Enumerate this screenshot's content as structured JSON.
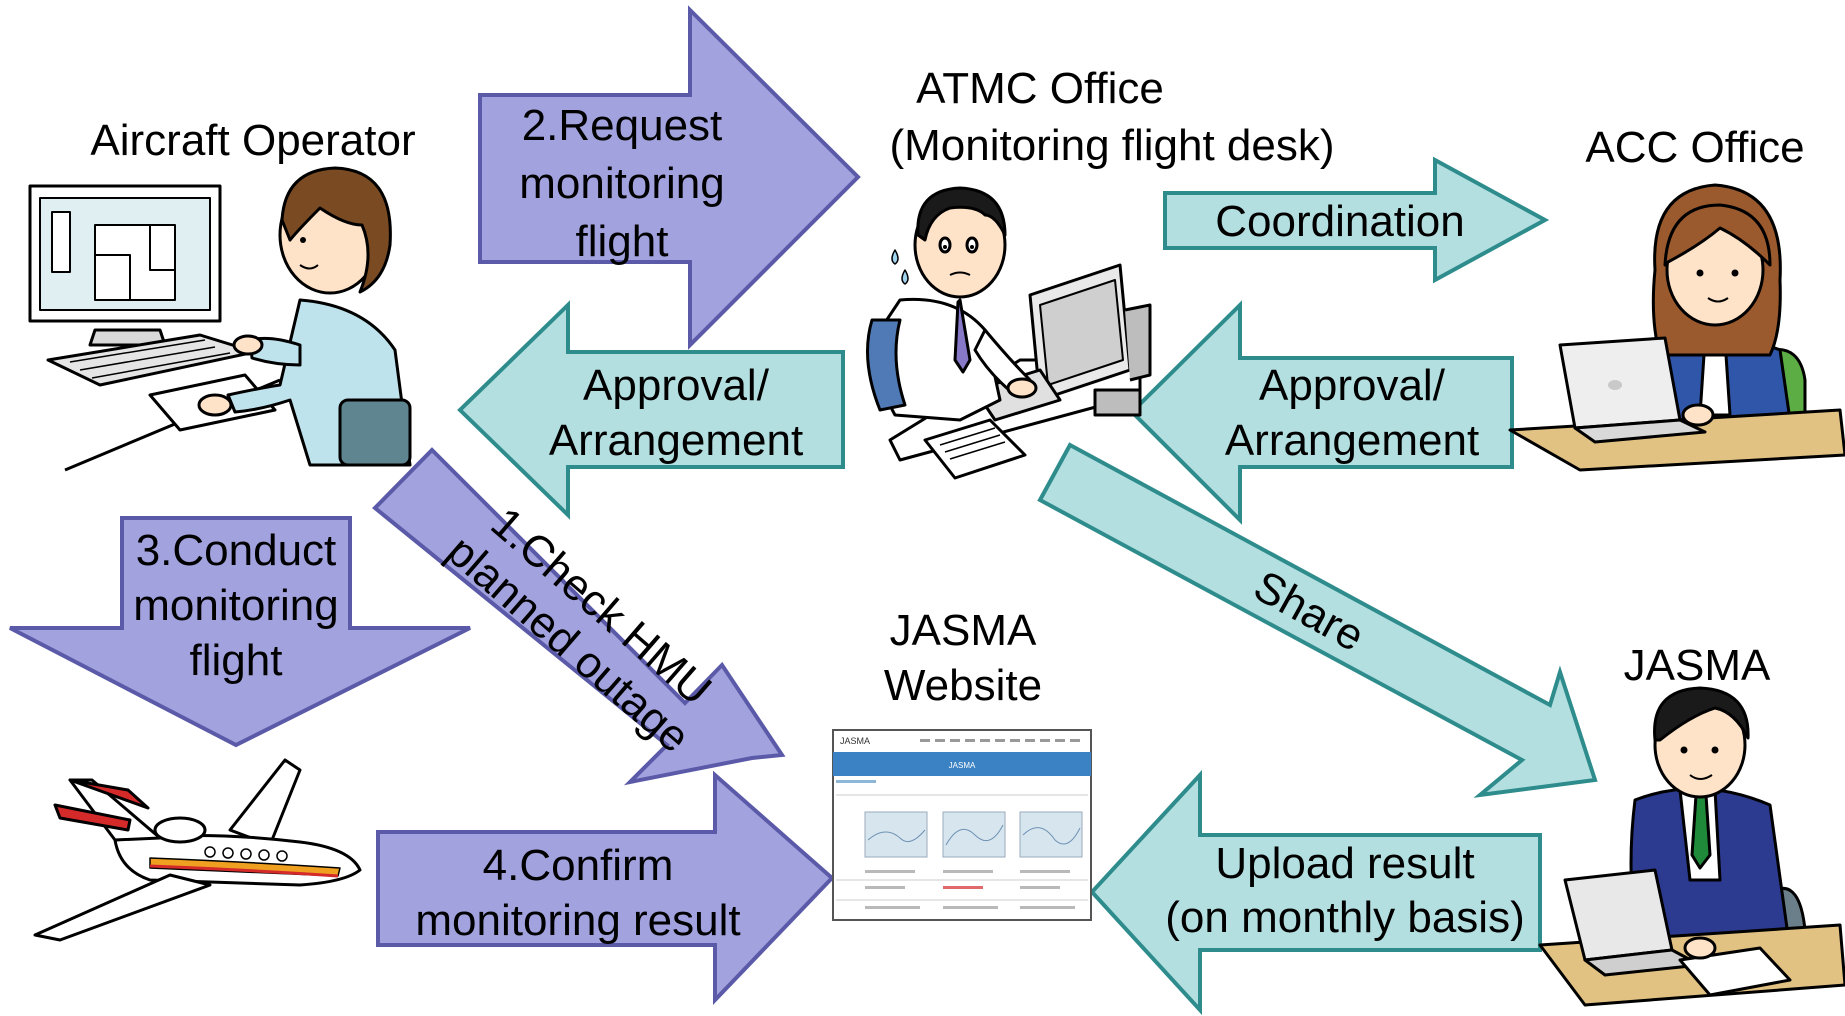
{
  "colors": {
    "purple_fill": "#a2a2df",
    "purple_stroke": "#5a5aa8",
    "teal_fill": "#b3dfe0",
    "teal_stroke": "#2f8c8c",
    "desk": "#e2c283",
    "ui_blue": "#3b82c4"
  },
  "actors": {
    "aircraft_operator": "Aircraft Operator",
    "atmc_line1": "ATMC Office",
    "atmc_line2": "(Monitoring flight desk)",
    "acc_office": "ACC Office",
    "jasma": "JASMA",
    "jasma_web_line1": "JASMA",
    "jasma_web_line2": "Website"
  },
  "arrows": {
    "request": [
      "2.Request",
      "monitoring",
      "flight"
    ],
    "approval_left": [
      "Approval/",
      "Arrangement"
    ],
    "coordination": "Coordination",
    "approval_right": [
      "Approval/",
      "Arrangement"
    ],
    "check_hmu": [
      "1.Check HMU",
      "planned outage"
    ],
    "conduct": [
      "3.Conduct",
      "monitoring",
      "flight"
    ],
    "share": "Share",
    "confirm": [
      "4.Confirm",
      "monitoring result"
    ],
    "upload": [
      "Upload result",
      "(on monthly basis)"
    ]
  },
  "website": {
    "logo": "JASMA",
    "banner": "JASMA"
  },
  "icons": [
    "operator-person-icon",
    "atmc-person-icon",
    "acc-person-icon",
    "jasma-person-icon",
    "aircraft-icon",
    "website-screenshot-icon"
  ]
}
